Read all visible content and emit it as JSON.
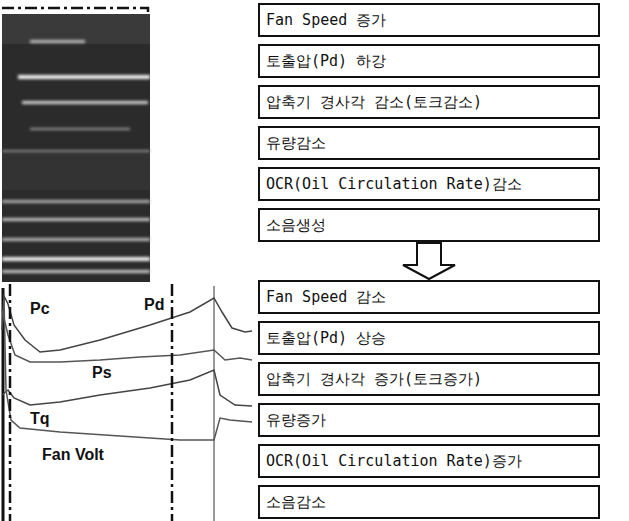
{
  "diagram": {
    "nodes": [
      {
        "text": [
          "Fan Speed 증가"
        ]
      },
      {
        "text": [
          "토출압(Pd) 하강"
        ]
      },
      {
        "text": [
          "압축기 경사각 감소(토크감소)"
        ]
      },
      {
        "text": [
          "유량감소"
        ]
      },
      {
        "text": [
          "OCR(Oil Circulation Rate)감소"
        ]
      },
      {
        "text": [
          "소음생성"
        ]
      },
      {
        "text": [
          "Fan Speed 감소"
        ]
      },
      {
        "text": [
          "토출압(Pd) 상승"
        ]
      },
      {
        "text": [
          "압축기 경사각 증가(토크증가)"
        ]
      },
      {
        "text": [
          "유량증가"
        ]
      },
      {
        "text": [
          "OCR(Oil Circulation Rate)증가"
        ]
      },
      {
        "text": [
          "소음감소"
        ]
      }
    ],
    "edges": [
      {
        "from": 5,
        "to": 6,
        "arrow": "to"
      }
    ],
    "labels": [
      "Pc",
      "Pd",
      "Ps",
      "Tq",
      "Fan Volt"
    ]
  }
}
